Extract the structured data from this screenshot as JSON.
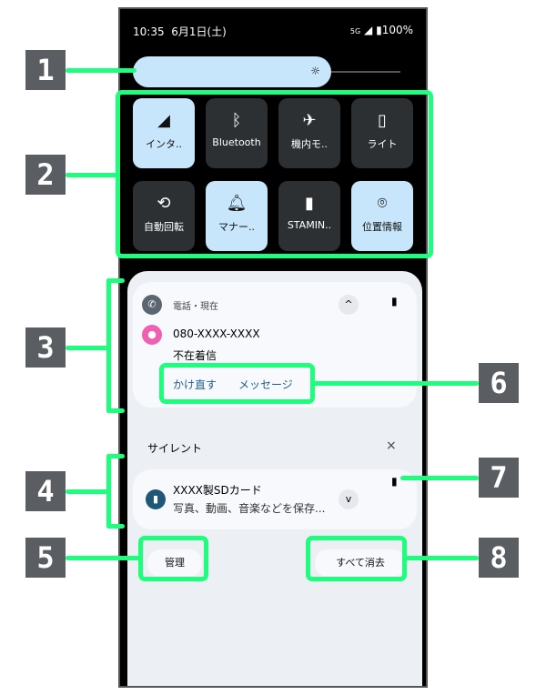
{
  "status": {
    "time": "10:35",
    "date": "6月1日(土)",
    "network": "5G",
    "battery": "100%"
  },
  "tiles": [
    {
      "label": "インタ..",
      "icon": "signal-icon",
      "on": true
    },
    {
      "label": "Bluetooth",
      "icon": "bluetooth-icon",
      "on": false
    },
    {
      "label": "機内モ..",
      "icon": "airplane-icon",
      "on": false
    },
    {
      "label": "ライト",
      "icon": "flashlight-icon",
      "on": false
    },
    {
      "label": "自動回転",
      "icon": "rotate-icon",
      "on": false
    },
    {
      "label": "マナー..",
      "icon": "bell-icon",
      "on": true
    },
    {
      "label": "STAMIN..",
      "icon": "battery-icon",
      "on": false
    },
    {
      "label": "位置情報",
      "icon": "location-icon",
      "on": true
    }
  ],
  "call_notification": {
    "app": "電話・現在",
    "number": "080-XXXX-XXXX",
    "text": "不在着信",
    "actions": [
      "かけ直す",
      "メッセージ"
    ]
  },
  "silent": {
    "header": "サイレント",
    "title": "XXXX製SDカード",
    "text": "写真、動画、音楽などを保存..."
  },
  "buttons": {
    "manage": "管理",
    "clear_all": "すべて消去"
  },
  "callouts": [
    "1",
    "2",
    "3",
    "4",
    "5",
    "6",
    "7",
    "8"
  ]
}
